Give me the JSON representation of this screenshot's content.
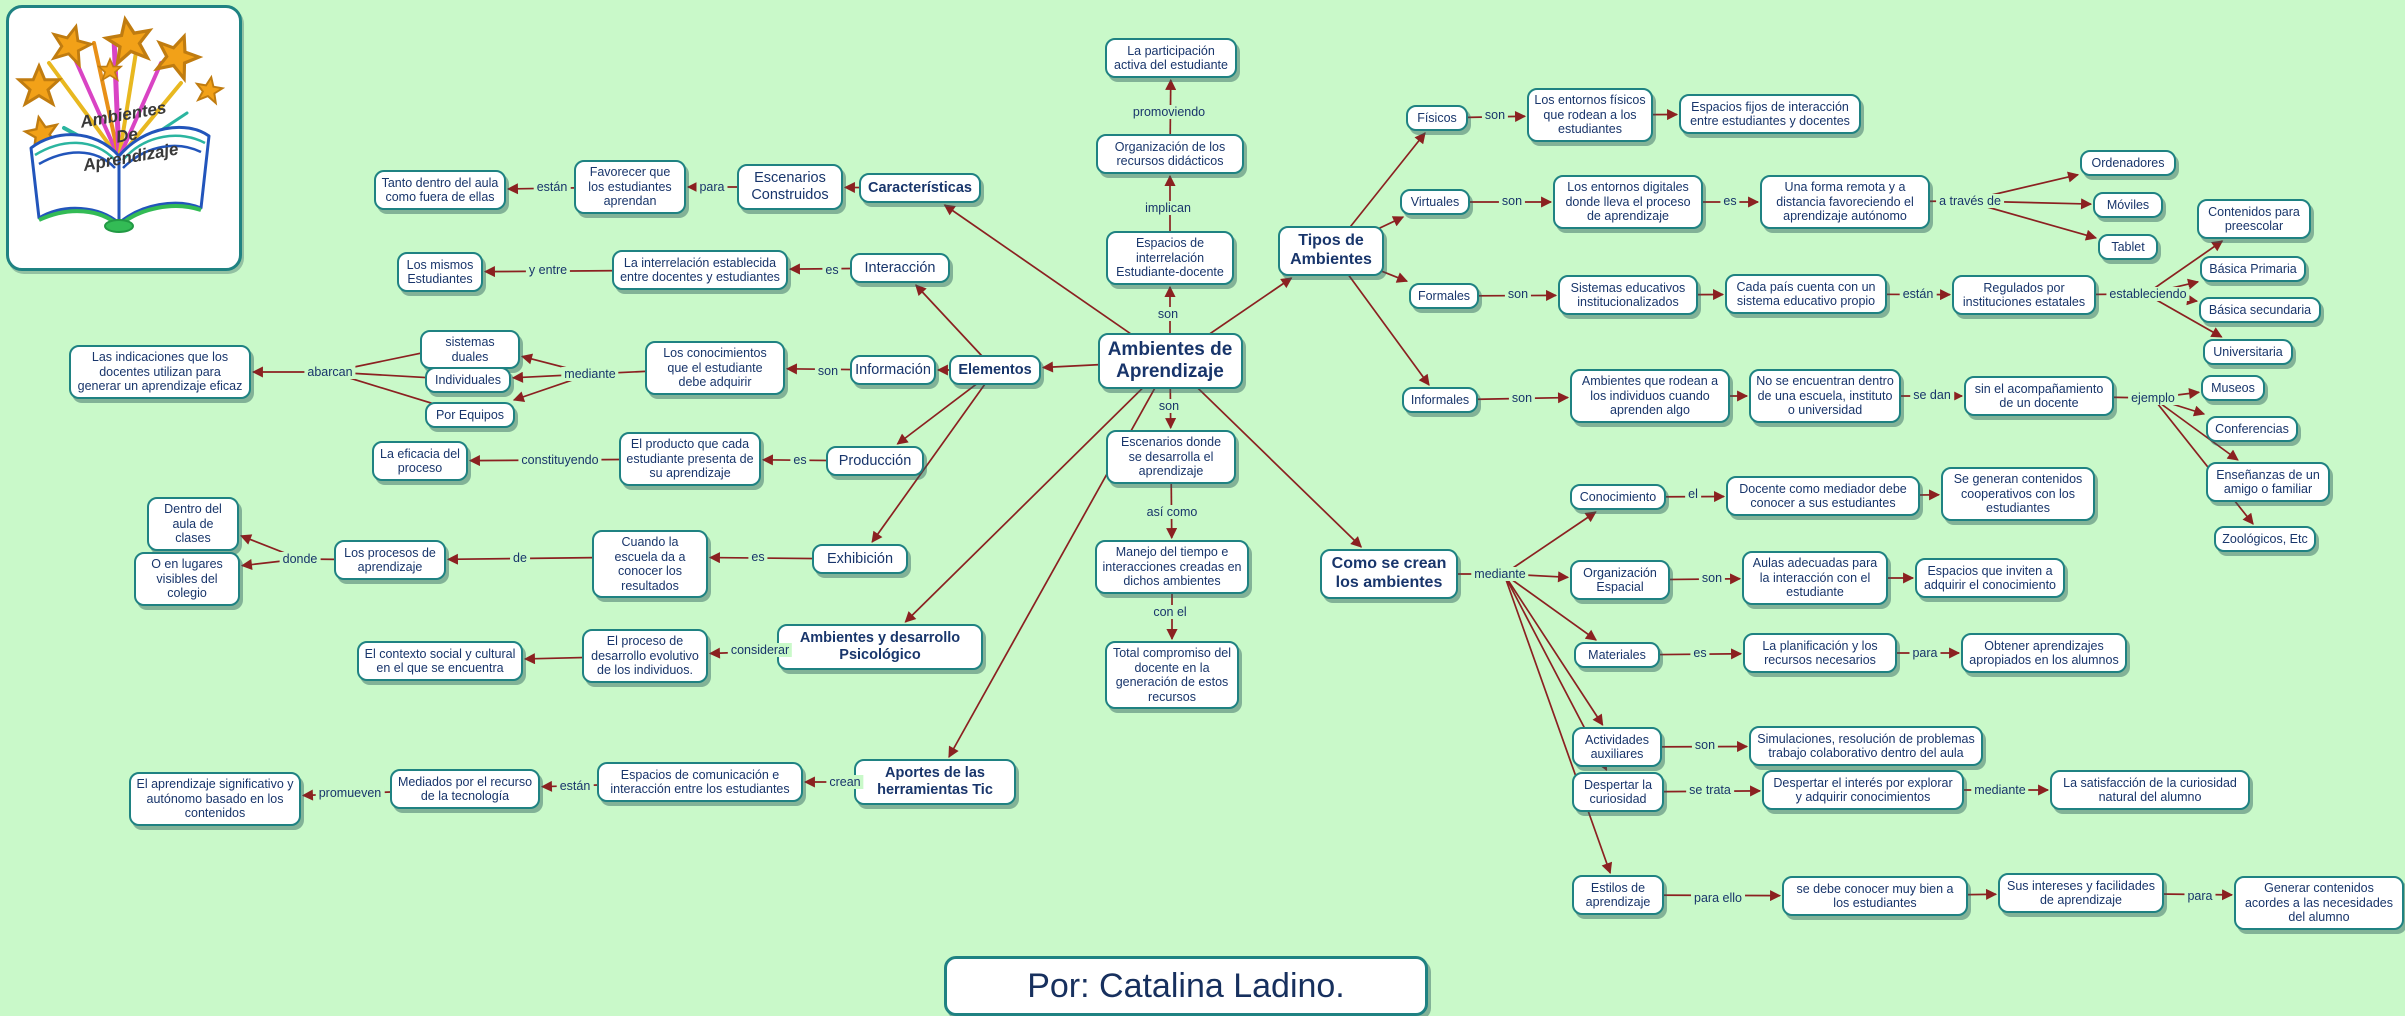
{
  "app": {
    "background_color": "#c9f9c9",
    "node_border_color": "#1f8282",
    "node_text_color": "#18356b",
    "line_color": "#8b2121"
  },
  "logo": {
    "lines": [
      "Ambientes",
      "De",
      "Aprendizaje"
    ]
  },
  "footer": {
    "author": "Por: Catalina Ladino."
  },
  "nodes": [
    {
      "id": "main",
      "label": "Ambientes de Aprendizaje",
      "emphasis": "main"
    },
    {
      "id": "participacion",
      "label": "La participación activa del estudiante"
    },
    {
      "id": "organizacion_rec",
      "label": "Organización de los recursos didácticos"
    },
    {
      "id": "espacios_inter",
      "label": "Espacios de interrelación Estudiante-docente"
    },
    {
      "id": "escenarios_des",
      "label": "Escenarios donde se desarrolla el aprendizaje"
    },
    {
      "id": "manejo",
      "label": "Manejo del tiempo e interacciones creadas en dichos ambientes"
    },
    {
      "id": "total",
      "label": "Total compromiso del docente en la generación de estos recursos"
    },
    {
      "id": "caracteristicas",
      "label": "Características",
      "emphasis": "bold"
    },
    {
      "id": "escenarios_construidos",
      "label": "Escenarios Construidos",
      "emphasis": "regular-large"
    },
    {
      "id": "favorecer",
      "label": "Favorecer que los estudiantes aprendan"
    },
    {
      "id": "tanto",
      "label": "Tanto dentro del aula como fuera de ellas"
    },
    {
      "id": "interaccion",
      "label": "Interacción",
      "emphasis": "regular-large"
    },
    {
      "id": "interrelacion",
      "label": "La interrelación establecida entre docentes y estudiantes"
    },
    {
      "id": "los_mismos",
      "label": "Los mismos Estudiantes"
    },
    {
      "id": "elementos",
      "label": "Elementos",
      "emphasis": "bold"
    },
    {
      "id": "informacion",
      "label": "Información",
      "emphasis": "regular-large"
    },
    {
      "id": "conocimientos",
      "label": "Los conocimientos que el estudiante debe adquirir"
    },
    {
      "id": "sistemas_duales",
      "label": "sistemas duales"
    },
    {
      "id": "individuales",
      "label": "Individuales"
    },
    {
      "id": "por_equipos",
      "label": "Por Equipos"
    },
    {
      "id": "indicaciones",
      "label": "Las indicaciones que los docentes utilizan para generar un aprendizaje eficaz"
    },
    {
      "id": "produccion",
      "label": "Producción",
      "emphasis": "regular-large"
    },
    {
      "id": "producto",
      "label": "El producto que cada estudiante presenta de su aprendizaje"
    },
    {
      "id": "eficacia",
      "label": "La eficacia del proceso"
    },
    {
      "id": "exhibicion",
      "label": "Exhibición",
      "emphasis": "regular-large"
    },
    {
      "id": "cuando_escuela",
      "label": "Cuando la escuela da a conocer los resultados"
    },
    {
      "id": "procesos",
      "label": "Los procesos de aprendizaje"
    },
    {
      "id": "dentro_aula",
      "label": "Dentro del aula de clases"
    },
    {
      "id": "lugares",
      "label": "O en lugares visibles del colegio"
    },
    {
      "id": "psicologico",
      "label": "Ambientes y desarrollo Psicológico",
      "emphasis": "bold"
    },
    {
      "id": "proceso_desarrollo",
      "label": "El proceso de desarrollo evolutivo de los individuos."
    },
    {
      "id": "contexto",
      "label": "El contexto social y cultural en el que se encuentra"
    },
    {
      "id": "tic",
      "label": "Aportes de las herramientas Tic",
      "emphasis": "bold"
    },
    {
      "id": "espacios_com",
      "label": "Espacios de comunicación e interacción entre los estudiantes"
    },
    {
      "id": "mediados",
      "label": "Mediados por el recurso de la tecnología"
    },
    {
      "id": "aprendizaje_sig",
      "label": "El aprendizaje significativo y autónomo basado en los contenidos"
    },
    {
      "id": "tipos",
      "label": "Tipos de Ambientes",
      "emphasis": "bold"
    },
    {
      "id": "fisicos",
      "label": "Físicos"
    },
    {
      "id": "entornos_fisicos",
      "label": "Los entornos físicos que rodean a los estudiantes"
    },
    {
      "id": "espacios_fijos",
      "label": "Espacios fijos de interacción entre estudiantes y docentes"
    },
    {
      "id": "virtuales",
      "label": "Virtuales"
    },
    {
      "id": "entornos_dig",
      "label": "Los entornos digitales donde lleva el proceso de aprendizaje"
    },
    {
      "id": "forma_remota",
      "label": "Una forma remota y a distancia favoreciendo el aprendizaje autónomo"
    },
    {
      "id": "ordenadores",
      "label": "Ordenadores"
    },
    {
      "id": "moviles",
      "label": "Móviles"
    },
    {
      "id": "tablet",
      "label": "Tablet"
    },
    {
      "id": "formales",
      "label": "Formales"
    },
    {
      "id": "sistemas_edu",
      "label": "Sistemas educativos institucionalizados"
    },
    {
      "id": "cada_pais",
      "label": "Cada país cuenta con un sistema educativo propio"
    },
    {
      "id": "regulados",
      "label": "Regulados por instituciones estatales"
    },
    {
      "id": "preescolar",
      "label": "Contenidos para preescolar"
    },
    {
      "id": "basica_prim",
      "label": "Básica Primaria"
    },
    {
      "id": "basica_sec",
      "label": "Básica secundaria"
    },
    {
      "id": "universitaria",
      "label": "Universitaria"
    },
    {
      "id": "informales",
      "label": "Informales"
    },
    {
      "id": "ambientes_rodean",
      "label": "Ambientes que rodean a los individuos cuando aprenden algo"
    },
    {
      "id": "no_encuentran",
      "label": "No se encuentran dentro de una escuela, instituto o universidad"
    },
    {
      "id": "sin_acomp",
      "label": "sin el acompañamiento de un docente"
    },
    {
      "id": "museos",
      "label": "Museos"
    },
    {
      "id": "conferencias",
      "label": "Conferencias"
    },
    {
      "id": "ensenanzas",
      "label": "Enseñanzas de un amigo o familiar"
    },
    {
      "id": "zoologicos",
      "label": "Zoológicos, Etc"
    },
    {
      "id": "como_crean",
      "label": "Como se crean los ambientes",
      "emphasis": "bold"
    },
    {
      "id": "conocimiento",
      "label": "Conocimiento"
    },
    {
      "id": "docente_med",
      "label": "Docente como mediador debe conocer a sus estudiantes"
    },
    {
      "id": "se_generan",
      "label": "Se generan contenidos cooperativos con los estudiantes"
    },
    {
      "id": "org_espacial",
      "label": "Organización Espacial"
    },
    {
      "id": "aulas",
      "label": "Aulas adecuadas para la interacción con el estudiante"
    },
    {
      "id": "esp_inviten",
      "label": "Espacios que inviten a adquirir el conocimiento"
    },
    {
      "id": "materiales",
      "label": "Materiales"
    },
    {
      "id": "planificacion",
      "label": "La planificación y los recursos necesarios"
    },
    {
      "id": "obtener",
      "label": "Obtener aprendizajes apropiados en los alumnos"
    },
    {
      "id": "actividades",
      "label": "Actividades auxiliares"
    },
    {
      "id": "simulaciones",
      "label": "Simulaciones, resolución de problemas trabajo colaborativo dentro del aula"
    },
    {
      "id": "despertar",
      "label": "Despertar la curiosidad"
    },
    {
      "id": "desp_interes",
      "label": "Despertar el interés por explorar y adquirir conocimientos"
    },
    {
      "id": "satisfaccion",
      "label": "La satisfacción de la curiosidad natural del alumno"
    },
    {
      "id": "estilos",
      "label": "Estilos de aprendizaje"
    },
    {
      "id": "se_debe",
      "label": "se debe conocer muy bien a los estudiantes"
    },
    {
      "id": "sus_intereses",
      "label": "Sus intereses y facilidades de aprendizaje"
    },
    {
      "id": "generar",
      "label": "Generar contenidos acordes a las necesidades del alumno"
    }
  ],
  "link_labels": [
    {
      "id": "promoviendo",
      "text": "promoviendo"
    },
    {
      "id": "implican",
      "text": "implican"
    },
    {
      "id": "son_top",
      "text": "son"
    },
    {
      "id": "son_bottom",
      "text": "son"
    },
    {
      "id": "asi_como",
      "text": "así como"
    },
    {
      "id": "con_el",
      "text": "con el"
    },
    {
      "id": "estan1",
      "text": "están"
    },
    {
      "id": "para1",
      "text": "para"
    },
    {
      "id": "y_entre",
      "text": "y entre"
    },
    {
      "id": "es1",
      "text": "es"
    },
    {
      "id": "abarcan",
      "text": "abarcan"
    },
    {
      "id": "mediante1",
      "text": "mediante"
    },
    {
      "id": "son1",
      "text": "son"
    },
    {
      "id": "constituyendo",
      "text": "constituyendo"
    },
    {
      "id": "es2",
      "text": "es"
    },
    {
      "id": "donde",
      "text": "donde"
    },
    {
      "id": "de1",
      "text": "de"
    },
    {
      "id": "es3",
      "text": "es"
    },
    {
      "id": "considerar",
      "text": "considerar"
    },
    {
      "id": "promueven",
      "text": "promueven"
    },
    {
      "id": "estan2",
      "text": "están"
    },
    {
      "id": "crean",
      "text": "crean"
    },
    {
      "id": "son2",
      "text": "son"
    },
    {
      "id": "son3",
      "text": "son"
    },
    {
      "id": "es4",
      "text": "es"
    },
    {
      "id": "a_traves",
      "text": "a través de"
    },
    {
      "id": "son4",
      "text": "son"
    },
    {
      "id": "estan3",
      "text": "están"
    },
    {
      "id": "estableciendo",
      "text": "estableciendo"
    },
    {
      "id": "son5",
      "text": "son"
    },
    {
      "id": "se_dan",
      "text": "se dan"
    },
    {
      "id": "ejemplo",
      "text": "ejemplo"
    },
    {
      "id": "mediante2",
      "text": "mediante"
    },
    {
      "id": "el1",
      "text": "el"
    },
    {
      "id": "son6",
      "text": "son"
    },
    {
      "id": "es5",
      "text": "es"
    },
    {
      "id": "para2",
      "text": "para"
    },
    {
      "id": "son7",
      "text": "son"
    },
    {
      "id": "se_trata",
      "text": "se trata"
    },
    {
      "id": "mediante3",
      "text": "mediante"
    },
    {
      "id": "para_ello",
      "text": "para ello"
    },
    {
      "id": "para3",
      "text": "para"
    }
  ]
}
